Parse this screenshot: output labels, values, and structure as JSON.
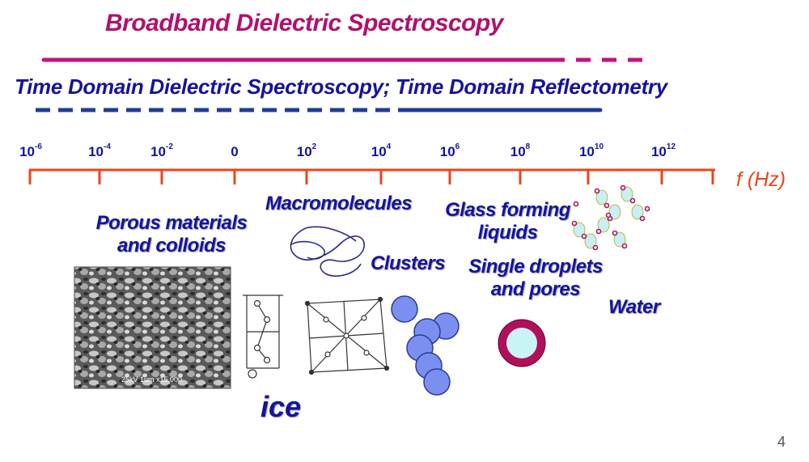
{
  "titles": {
    "broadband": "Broadband Dielectric Spectroscopy",
    "time_domain": "Time Domain Dielectric Spectroscopy; Time Domain Reflectometry"
  },
  "axis": {
    "unit_label": "f (Hz)",
    "ticks": [
      {
        "base": "10",
        "exp": "-6"
      },
      {
        "base": "10",
        "exp": "-4"
      },
      {
        "base": "10",
        "exp": "-2"
      },
      {
        "base": "0",
        "exp": ""
      },
      {
        "base": "10",
        "exp": "2"
      },
      {
        "base": "10",
        "exp": "4"
      },
      {
        "base": "10",
        "exp": "6"
      },
      {
        "base": "10",
        "exp": "8"
      },
      {
        "base": "10",
        "exp": "10"
      },
      {
        "base": "10",
        "exp": "12"
      }
    ]
  },
  "regions": {
    "porous_line1": "Porous materials",
    "porous_line2": "and colloids",
    "macromolecules": "Macromolecules",
    "glass_line1": "Glass forming",
    "glass_line2": "liquids",
    "clusters": "Clusters",
    "single_line1": "Single droplets",
    "single_line2": "and pores",
    "water": "Water",
    "ice": "ice"
  },
  "page_number": "4",
  "colors": {
    "broadband_line": "#c8137c",
    "time_domain_line": "#1e3c9a",
    "axis": "#e8461a",
    "text_blue": "#14149a",
    "sphere": "#7b8ff0",
    "droplet_ring": "#b0105a",
    "droplet_core": "#c8f4f6"
  }
}
